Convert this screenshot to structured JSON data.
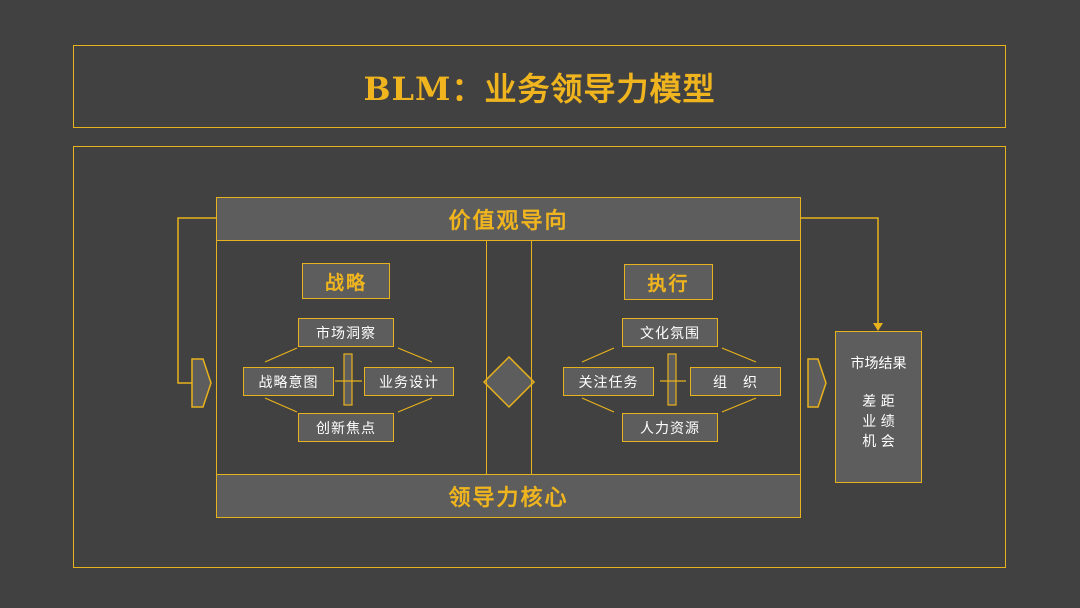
{
  "title": "BLM：业务领导力模型",
  "top_band": "价值观导向",
  "bottom_band": "领导力核心",
  "strategy": {
    "header": "战略",
    "top": "市场洞察",
    "left": "战略意图",
    "right": "业务设计",
    "bottom": "创新焦点"
  },
  "execution": {
    "header": "执行",
    "top": "文化氛围",
    "left": "关注任务",
    "right": "组　织",
    "bottom": "人力资源"
  },
  "result": {
    "title": "市场结果",
    "line1": "差 距",
    "line2": "业 绩",
    "line3": "机 会"
  },
  "colors": {
    "accent": "#e8b21c",
    "background": "#414141",
    "fill": "#5d5d5d",
    "text": "#ffffff"
  }
}
